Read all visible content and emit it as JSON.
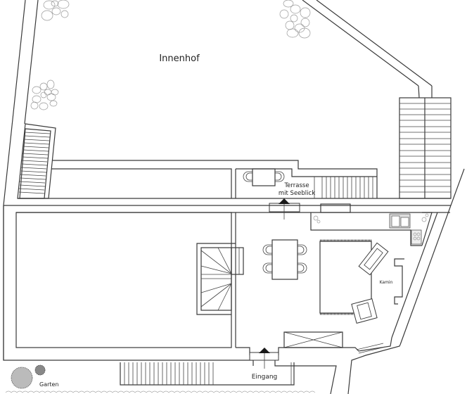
{
  "plan": {
    "labels": {
      "courtyard": "Innenhof",
      "terrace_line1": "Terrasse",
      "terrace_line2": "mit Seeblick",
      "fireplace": "Kamin",
      "entrance": "Eingang",
      "garden": "Garten"
    },
    "colors": {
      "wall": "#3a3a3a",
      "background": "#ffffff",
      "arrow": "#1a1a1a"
    },
    "rooms": [
      "courtyard",
      "terrace",
      "living-dining-kitchen",
      "left-room",
      "staircase",
      "entrance",
      "garden"
    ],
    "furniture": [
      "dining-table",
      "4 chairs",
      "sofa",
      "armchair",
      "rug",
      "kitchen-sink",
      "stove",
      "fireplace",
      "terrace-table",
      "terrace-chairs",
      "entry-cabinet"
    ]
  }
}
